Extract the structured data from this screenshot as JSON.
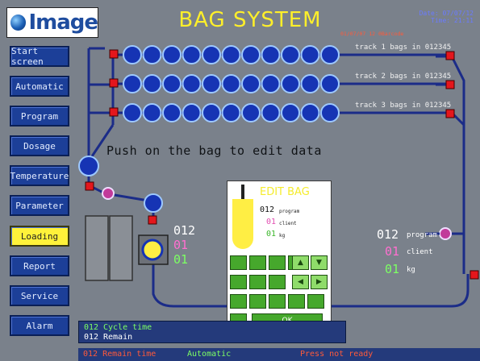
{
  "header": {
    "logo_text": "Image",
    "title": "BAG SYSTEM",
    "date_line": "Date: 07/07/12",
    "time_line": "Time: 21:11",
    "recipe_line": "01/07/07 12 0Barcode"
  },
  "nav": {
    "items": [
      {
        "label": "Start screen"
      },
      {
        "label": "Automatic"
      },
      {
        "label": "Program"
      },
      {
        "label": "Dosage"
      },
      {
        "label": "Temperature"
      },
      {
        "label": "Parameter"
      },
      {
        "label": "Loading",
        "active": true
      },
      {
        "label": "Report"
      },
      {
        "label": "Service"
      },
      {
        "label": "Alarm"
      }
    ]
  },
  "tracks": [
    {
      "label": "track 1 bags in 012345"
    },
    {
      "label": "track 2 bags in 012345"
    },
    {
      "label": "track 3 bags in 012345"
    }
  ],
  "message": "Push on the bag to edit data",
  "loading_station": {
    "program": "012",
    "client": "01",
    "kg": "01"
  },
  "right_station": {
    "program_value": "012",
    "program_label": "program",
    "client_value": "01",
    "client_label": "client",
    "kg_value": "01",
    "kg_label": "kg"
  },
  "edit_bag": {
    "title": "EDIT BAG",
    "program_value": "012",
    "program_label": "program",
    "client_value": "01",
    "client_label": "client",
    "kg_value": "01",
    "kg_label": "kg",
    "keypad_up": "▲",
    "keypad_down": "▼",
    "keypad_left": "◀",
    "keypad_right": "▶",
    "keypad_ok": "OK"
  },
  "status": {
    "line1_value": "012",
    "line1_label": "Cycle time",
    "line2_value": "012",
    "line2_label": "Remain"
  },
  "footer": {
    "remain_time": "012 Remain time",
    "mode": "Automatic",
    "state": "Press not ready"
  },
  "colors": {
    "nav_bg": "#1c3f98",
    "nav_active": "#fff23a",
    "title": "#ffef2a",
    "bag": "#1634b4",
    "bag_ring": "#9ec9ff",
    "conveyor": "#1b2c88",
    "sensor": "#e4161c",
    "program_text": "#ffffff",
    "client_text": "#ff6fd0",
    "kg_text": "#7dff64"
  }
}
